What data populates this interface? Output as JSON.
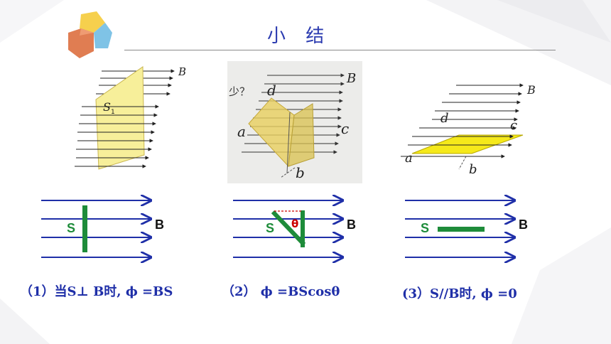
{
  "title": "小 结",
  "figures": {
    "fig1": {
      "b": "B",
      "s1": "S",
      "s1_sub": "1"
    },
    "fig2": {
      "question": "少？",
      "d": "d",
      "a": "a",
      "c": "c",
      "b_pt": "b",
      "B": "B"
    },
    "fig3": {
      "B": "B",
      "d": "d",
      "c": "c",
      "a": "a",
      "b_pt": "b"
    }
  },
  "diagrams": {
    "d1": {
      "s": "S",
      "b": "B"
    },
    "d2": {
      "s": "S",
      "theta": "θ",
      "b": "B"
    },
    "d3": {
      "s": "S",
      "b": "B"
    }
  },
  "captions": {
    "c1": "（1）当S⊥ B时, ϕ =BS",
    "c2": "（2） ϕ =BScosθ",
    "c3": "(3）S//B时, ϕ =0"
  },
  "colors": {
    "accent": "#1f2fa8",
    "plate": "#f7ef9a",
    "plate_bright": "#f5e91a",
    "bar": "#1e8c3a",
    "theta": "#cc0000"
  }
}
